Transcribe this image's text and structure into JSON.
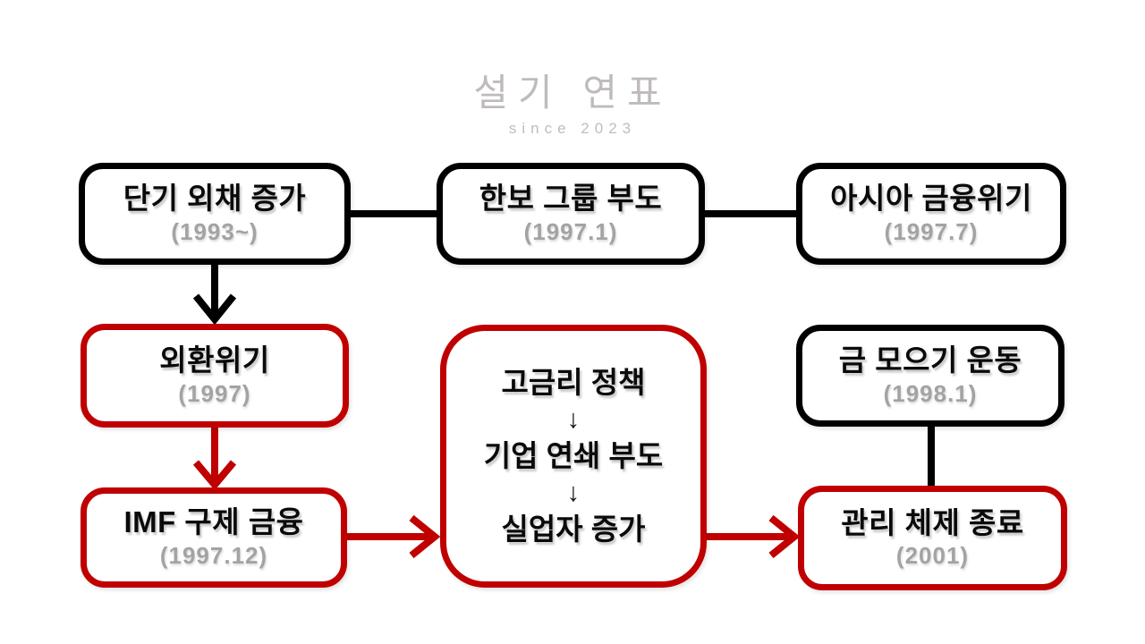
{
  "logo": {
    "title": "설기 연표",
    "subtitle": "since 2023"
  },
  "colors": {
    "background": "#ffffff",
    "box_black": "#000000",
    "box_red": "#c00000",
    "title_text": "#0a0a0a",
    "date_gray": "#a3a3a3",
    "logo_gray": "#bdb8b8"
  },
  "nodes": {
    "debt": {
      "title": "단기 외채 증가",
      "date": "(1993~)"
    },
    "hanbo": {
      "title": "한보 그룹 부도",
      "date": "(1997.1)"
    },
    "asia": {
      "title": "아시아 금융위기",
      "date": "(1997.7)"
    },
    "currency": {
      "title": "외환위기",
      "date": "(1997)"
    },
    "imf": {
      "title": "IMF 구제 금융",
      "date": "(1997.12)"
    },
    "chain": {
      "step1": "고금리 정책",
      "arrow1": "↓",
      "step2": "기업 연쇄 부도",
      "arrow2": "↓",
      "step3": "실업자 증가"
    },
    "gold": {
      "title": "금 모으기 운동",
      "date": "(1998.1)"
    },
    "end": {
      "title": "관리 체제 종료",
      "date": "(2001)"
    }
  },
  "edges": [
    {
      "from": "debt",
      "to": "hanbo",
      "style": "line-black"
    },
    {
      "from": "hanbo",
      "to": "asia",
      "style": "line-black"
    },
    {
      "from": "debt",
      "to": "currency",
      "style": "arrow-black"
    },
    {
      "from": "currency",
      "to": "imf",
      "style": "arrow-red"
    },
    {
      "from": "imf",
      "to": "chain",
      "style": "arrow-red"
    },
    {
      "from": "chain",
      "to": "end",
      "style": "arrow-red"
    },
    {
      "from": "gold",
      "to": "end",
      "style": "line-black"
    }
  ]
}
